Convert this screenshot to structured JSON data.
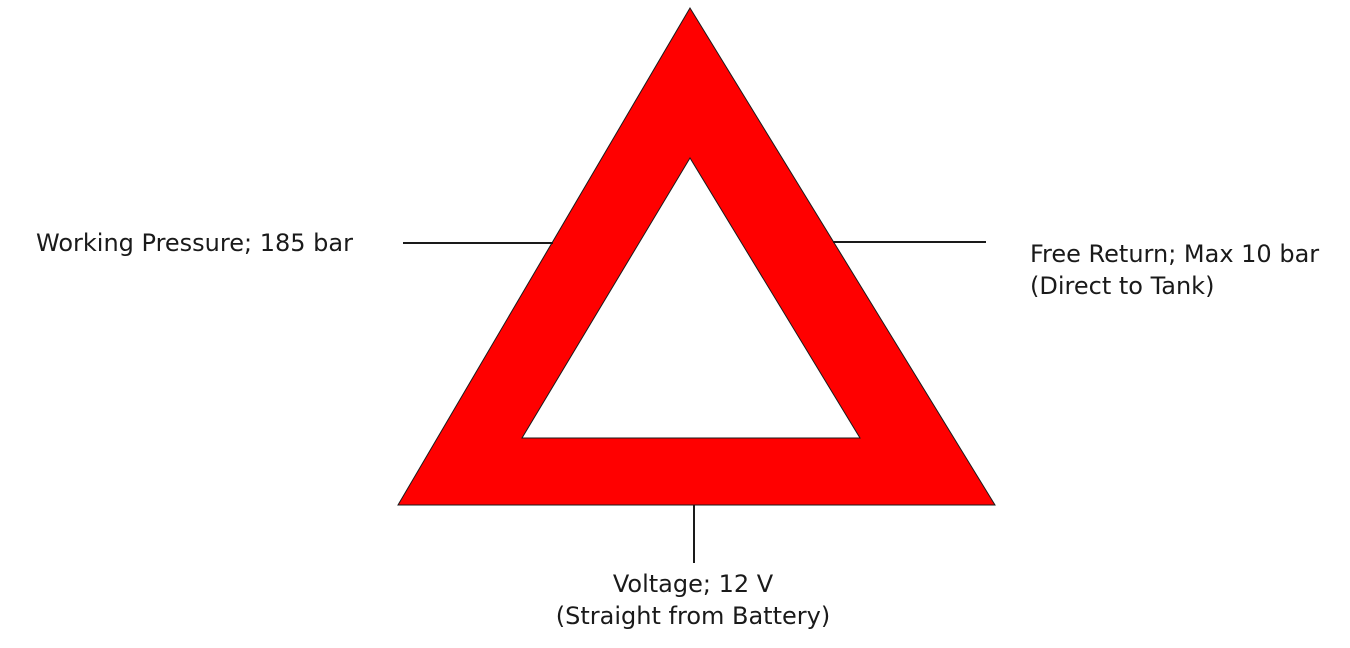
{
  "colors": {
    "triangle_fill": "#ff0000",
    "outline": "#1a1a1a",
    "connector_line": "#1a1a1a",
    "background": "#ffffff"
  },
  "labels": {
    "left": {
      "line1": "Working Pressure; 185 bar"
    },
    "right": {
      "line1": "Free Return; Max 10 bar",
      "line2": "(Direct to Tank)"
    },
    "bottom": {
      "line1": "Voltage; 12 V",
      "line2": "(Straight from Battery)"
    }
  }
}
